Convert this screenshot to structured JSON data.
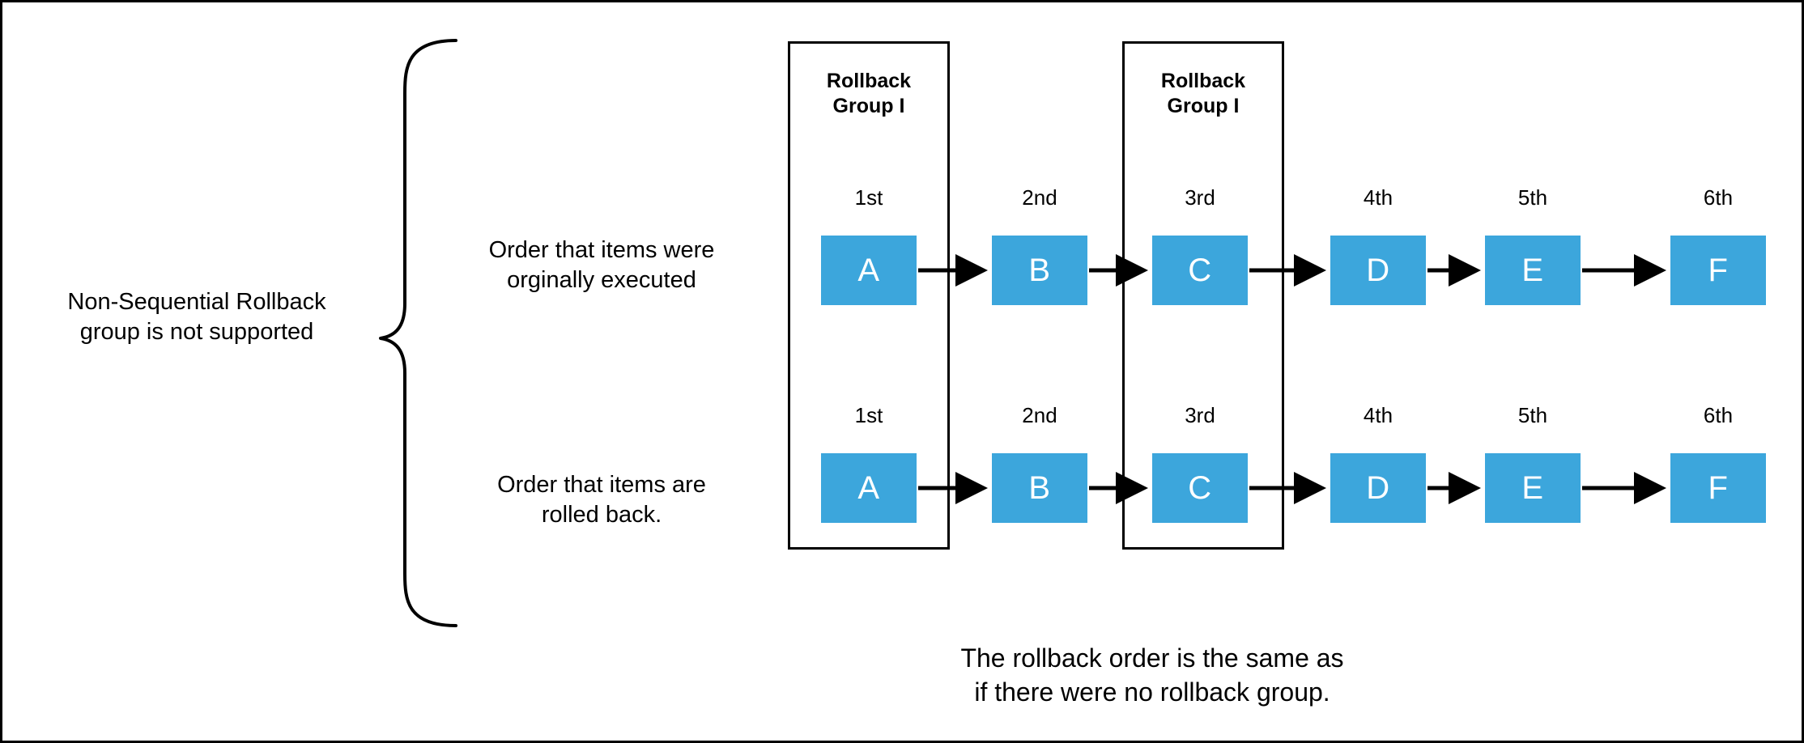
{
  "diagram": {
    "title_label": "Non-Sequential Rollback\ngroup is not supported",
    "left_label_line1": "Non-Sequential Rollback",
    "left_label_line2": "group is not supported",
    "row_labels": {
      "top_line1": "Order that items were",
      "top_line2": "orginally executed",
      "bottom_line1": "Order that items are",
      "bottom_line2": "rolled back."
    },
    "groups": [
      {
        "id": "group-1",
        "line1": "Rollback",
        "line2": "Group I",
        "covers": [
          "A"
        ]
      },
      {
        "id": "group-2",
        "line1": "Rollback",
        "line2": "Group I",
        "covers": [
          "C"
        ]
      }
    ],
    "rows": [
      {
        "id": "execution-order-row",
        "name": "Order that items were orginally executed",
        "ordinals": [
          "1st",
          "2nd",
          "3rd",
          "4th",
          "5th",
          "6th"
        ],
        "nodes": [
          "A",
          "B",
          "C",
          "D",
          "E",
          "F"
        ]
      },
      {
        "id": "rollback-order-row",
        "name": "Order that items are rolled back.",
        "ordinals": [
          "1st",
          "2nd",
          "3rd",
          "4th",
          "5th",
          "6th"
        ],
        "nodes": [
          "A",
          "B",
          "C",
          "D",
          "E",
          "F"
        ]
      }
    ],
    "footer_caption_line1": "The rollback order is the same as",
    "footer_caption_line2": "if there were no rollback group.",
    "colors": {
      "node_fill": "#3CA6DC",
      "node_text": "#ffffff",
      "stroke": "#000000",
      "background": "#ffffff"
    }
  }
}
